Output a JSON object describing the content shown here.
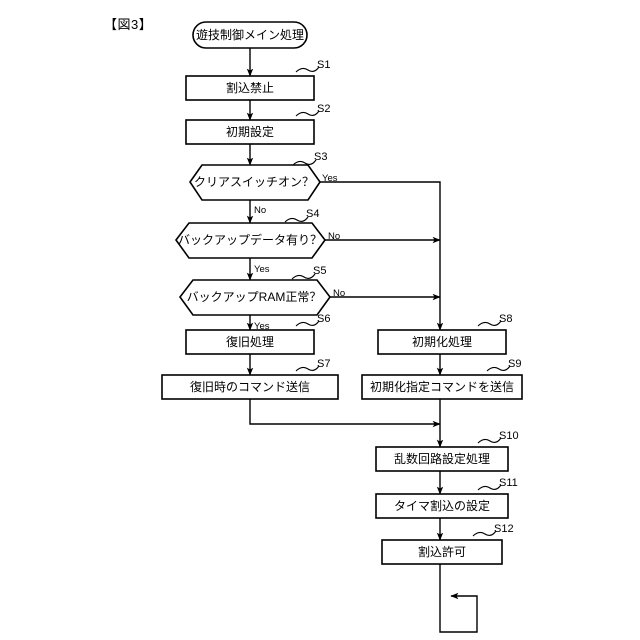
{
  "figure": {
    "label": "【図3】"
  },
  "flowchart": {
    "start": {
      "text": "遊技制御メイン処理",
      "shape": "terminator"
    },
    "nodes": [
      {
        "id": "S1",
        "step": "S1",
        "text": "割込禁止",
        "shape": "process"
      },
      {
        "id": "S2",
        "step": "S2",
        "text": "初期設定",
        "shape": "process"
      },
      {
        "id": "S3",
        "step": "S3",
        "text": "クリアスイッチオン？",
        "shape": "decision"
      },
      {
        "id": "S4",
        "step": "S4",
        "text": "バックアップデータ有り？",
        "shape": "decision"
      },
      {
        "id": "S5",
        "step": "S5",
        "text": "バックアップRAM正常？",
        "shape": "decision"
      },
      {
        "id": "S6",
        "step": "S6",
        "text": "復旧処理",
        "shape": "process"
      },
      {
        "id": "S7",
        "step": "S7",
        "text": "復旧時のコマンド送信",
        "shape": "process"
      },
      {
        "id": "S8",
        "step": "S8",
        "text": "初期化処理",
        "shape": "process"
      },
      {
        "id": "S9",
        "step": "S9",
        "text": "初期化指定コマンドを送信",
        "shape": "process"
      },
      {
        "id": "S10",
        "step": "S10",
        "text": "乱数回路設定処理",
        "shape": "process"
      },
      {
        "id": "S11",
        "step": "S11",
        "text": "タイマ割込の設定",
        "shape": "process"
      },
      {
        "id": "S12",
        "step": "S12",
        "text": "割込許可",
        "shape": "process"
      }
    ],
    "branch_labels": {
      "s3_yes": "Yes",
      "s3_no": "No",
      "s4_no": "No",
      "s4_yes": "Yes",
      "s5_no": "No",
      "s5_yes": "Yes"
    }
  }
}
